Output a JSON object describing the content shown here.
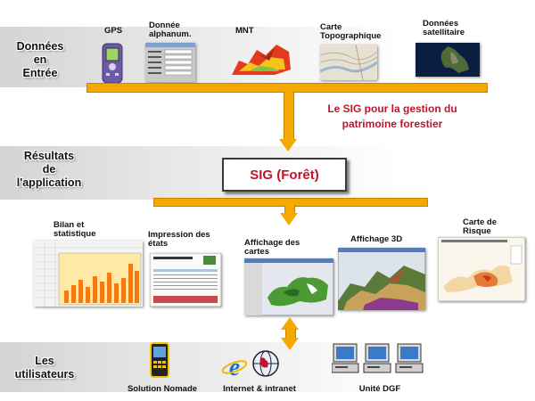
{
  "sections": {
    "donnees": [
      "Données",
      "en",
      "Entrée"
    ],
    "resultats": [
      "Résultats",
      "de",
      "l'application"
    ],
    "utilisateurs": [
      "Les",
      "utilisateurs"
    ]
  },
  "inputs": {
    "gps": "GPS",
    "donnee": [
      "Donnée",
      "alphanum."
    ],
    "mnt": "MNT",
    "carte_topo": [
      "Carte",
      "Topographique"
    ],
    "satellite": [
      "Données",
      "satellitaire"
    ]
  },
  "caption": [
    "Le SIG  pour la gestion du",
    "patrimoine forestier"
  ],
  "sig": "SIG (Forêt)",
  "outputs": {
    "bilan": [
      "Bilan et",
      "statistique"
    ],
    "impression": [
      "Impression des",
      "états"
    ],
    "affichage_cartes": [
      "Affichage des",
      "cartes"
    ],
    "affichage_3d": "Affichage 3D",
    "risque": [
      "Carte de",
      "Risque"
    ]
  },
  "users": {
    "nomade": "Solution Nomade",
    "internet": "Internet & intranet",
    "dgf": "Unité DGF"
  },
  "colors": {
    "accent": "#f5a800",
    "title_red": "#c0142b"
  }
}
